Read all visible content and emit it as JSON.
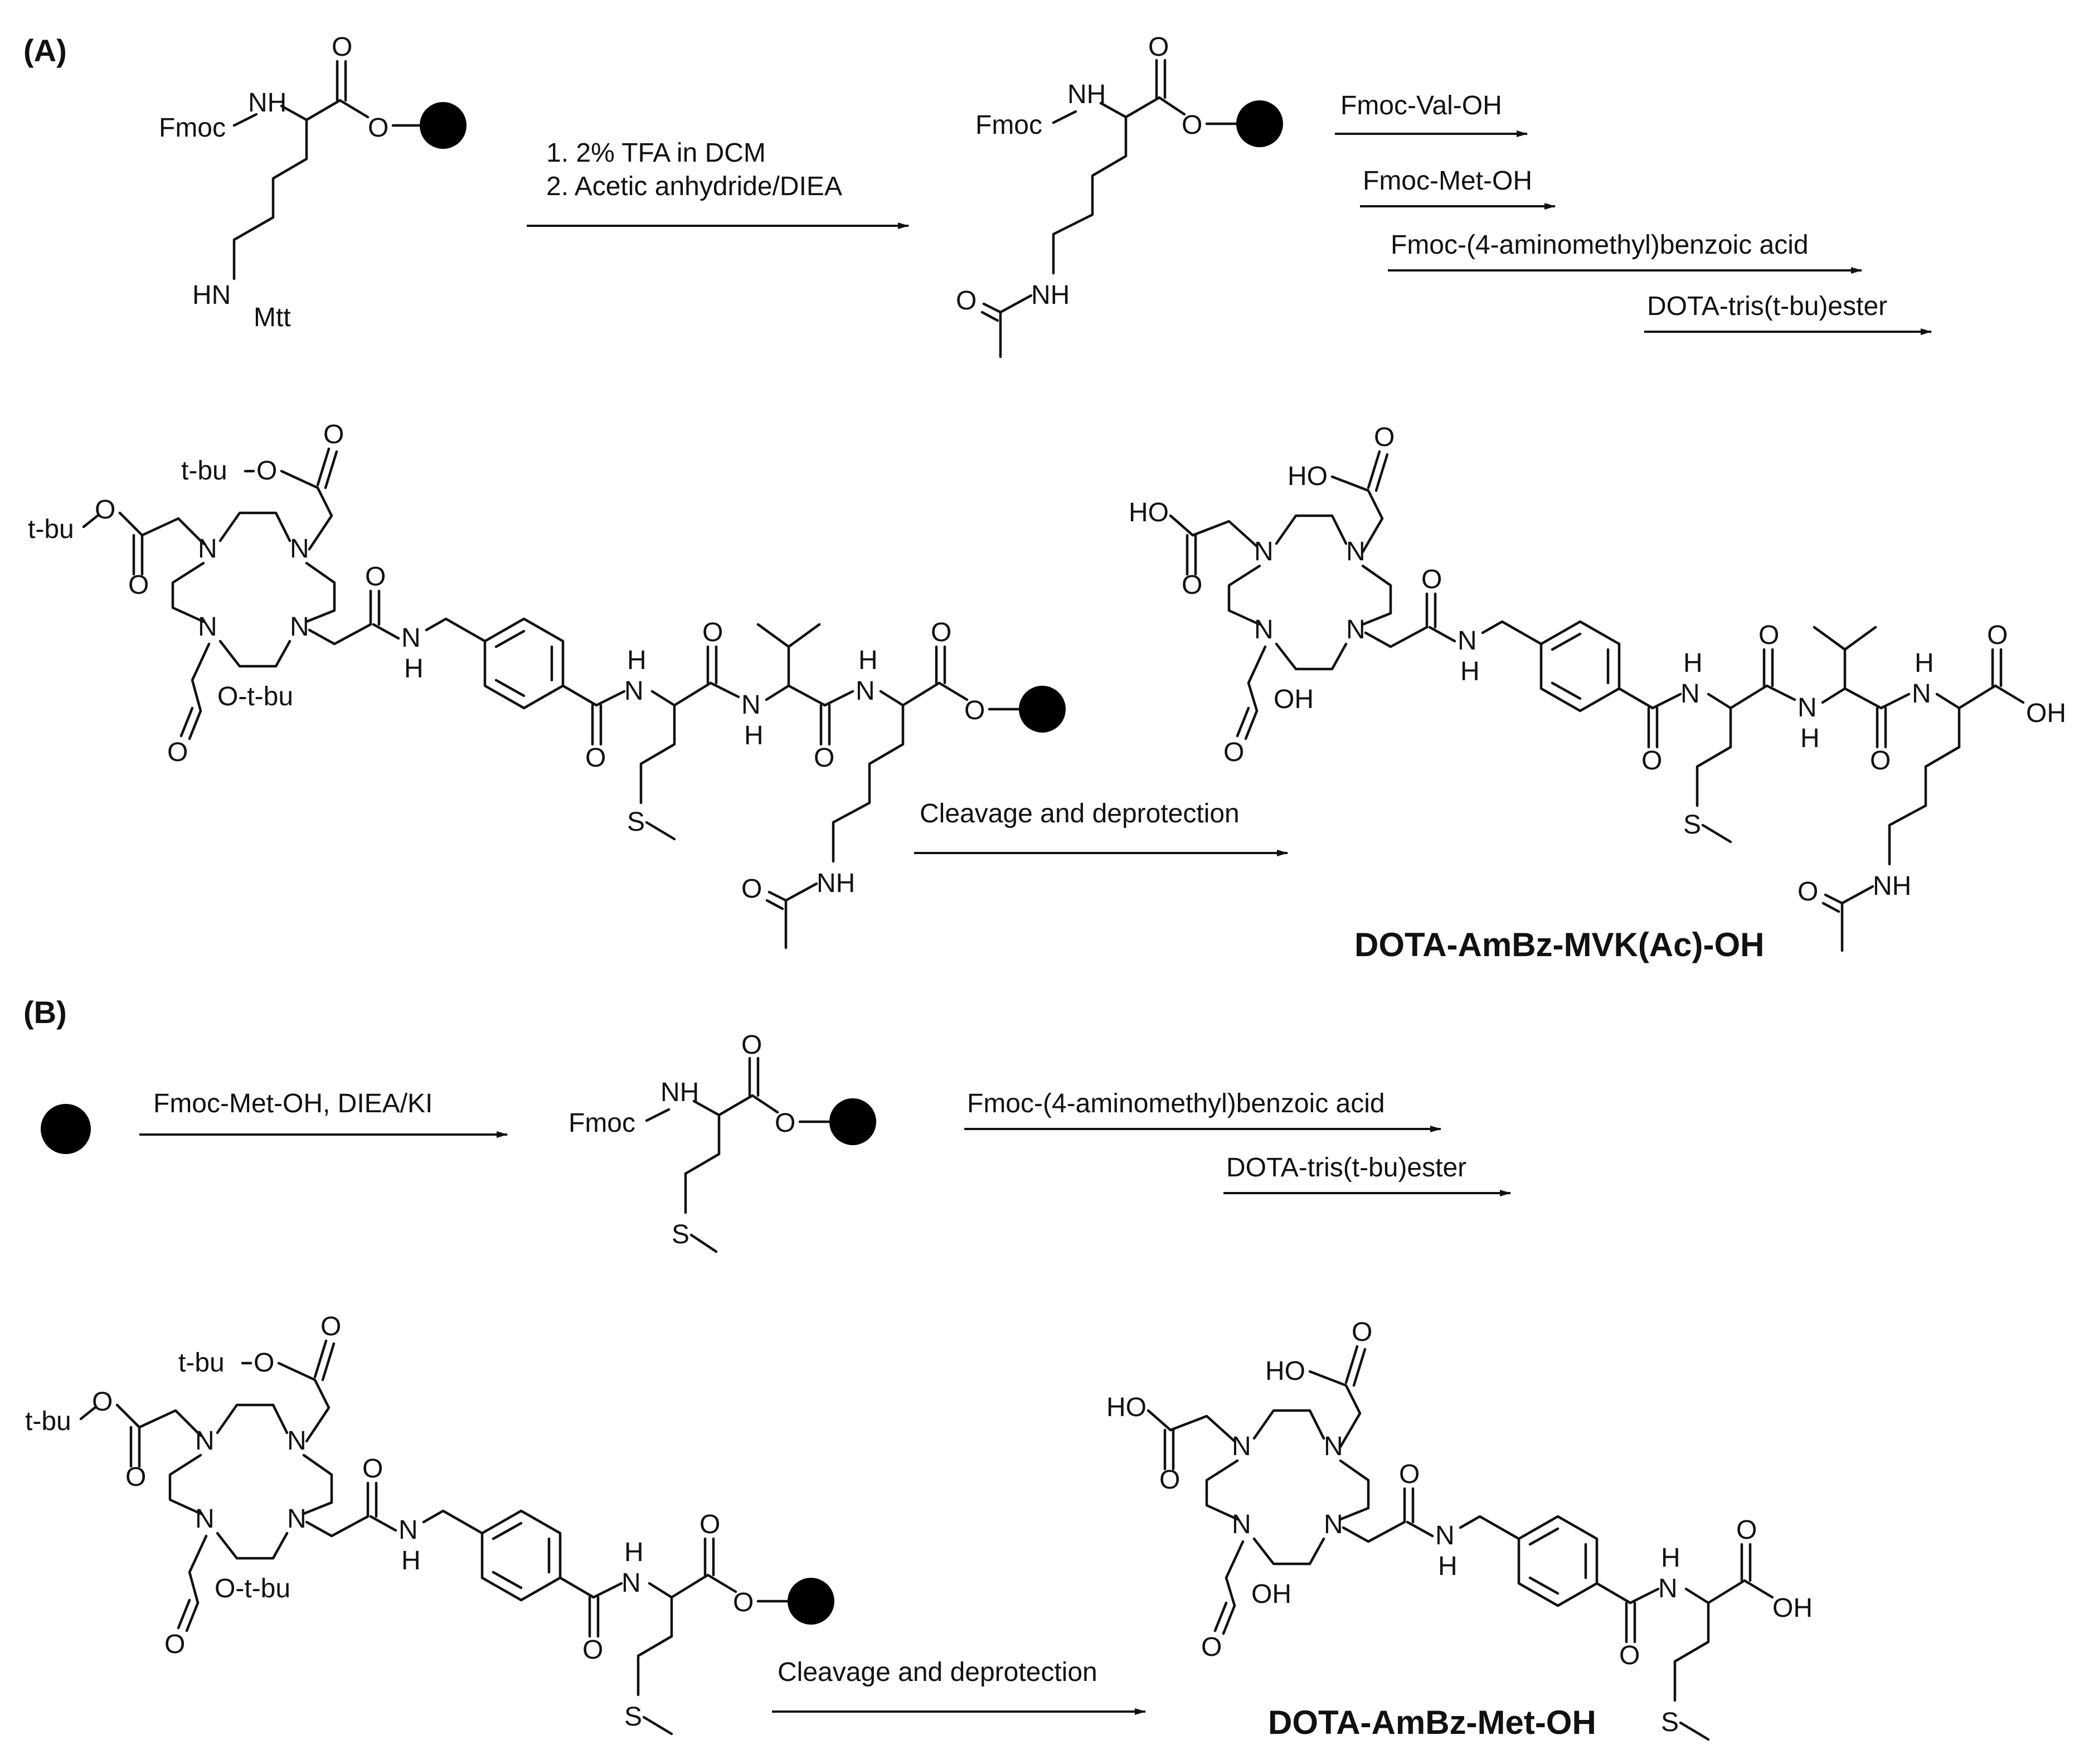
{
  "panels": {
    "a": {
      "label": "(A)",
      "step1": {
        "line1": "1. 2% TFA in DCM",
        "line2": "2. Acetic anhydride/DIEA"
      },
      "reagents": [
        "Fmoc-Val-OH",
        "Fmoc-Met-OH",
        "Fmoc-(4-aminomethyl)benzoic acid",
        "DOTA-tris(t-bu)ester"
      ],
      "cleavage": "Cleavage and deprotection",
      "product": "DOTA-AmBz-MVK(Ac)-OH"
    },
    "b": {
      "label": "(B)",
      "step1": "Fmoc-Met-OH, DIEA/KI",
      "reagents": [
        "Fmoc-(4-aminomethyl)benzoic acid",
        "DOTA-tris(t-bu)ester"
      ],
      "cleavage": "Cleavage and deprotection",
      "product": "DOTA-AmBz-Met-OH"
    }
  },
  "atoms": {
    "fmoc": "Fmoc",
    "nh": "NH",
    "hn": "HN",
    "n": "N",
    "h": "H",
    "o": "O",
    "s": "S",
    "oh": "OH",
    "ho": "HO",
    "mtt": "Mtt",
    "tbu": "t-bu",
    "otbu": "O-t-bu"
  },
  "colors": {
    "ink": "#111111",
    "resin": "#000000",
    "background": "#ffffff"
  }
}
